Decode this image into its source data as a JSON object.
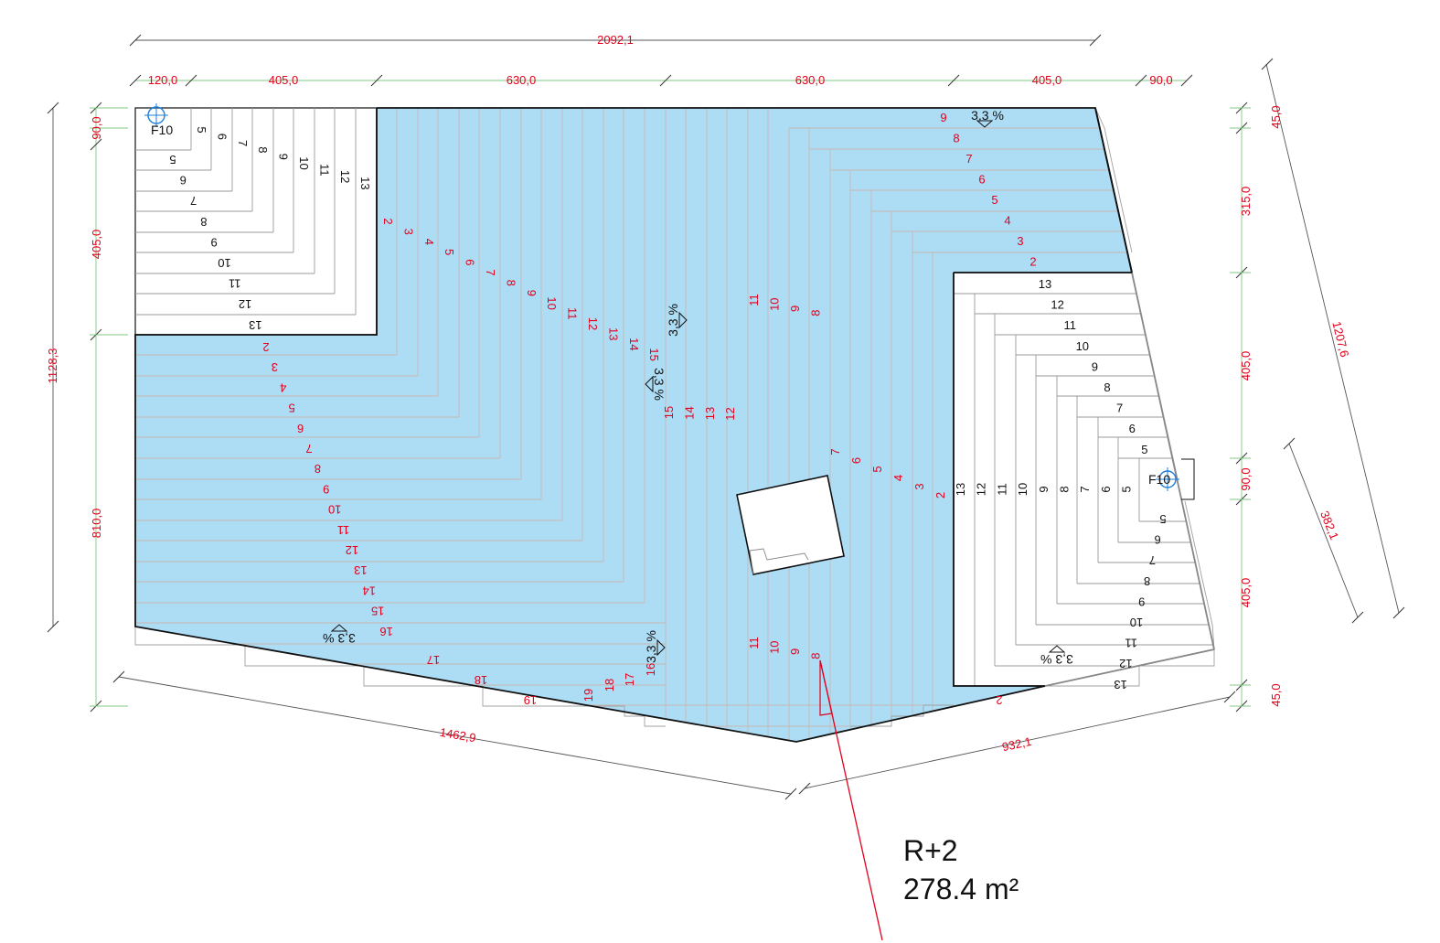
{
  "colors": {
    "roof_fill": "#addcf5",
    "dimension_text": "#e3001b",
    "extension_line": "#7fc97f",
    "dimension_line": "#555555",
    "outline": "#111111",
    "drain_symbol": "#1f7fd6"
  },
  "dimensions": {
    "overall_top": "2092,1",
    "top_segments": [
      "120,0",
      "405,0",
      "630,0",
      "630,0",
      "405,0",
      "90,0"
    ],
    "left_total": "1128,3",
    "left_segments": [
      "90,0",
      "405,0",
      "810,0"
    ],
    "right_segments": [
      "45,0",
      "315,0",
      "405,0",
      "90,0",
      "405,0",
      "45,0"
    ],
    "right_diagonal": "1207,6",
    "right_partial": "382,1",
    "bottom_left": "1462,9",
    "bottom_right": "932,1"
  },
  "slope": {
    "label": "3,3 %"
  },
  "drains": {
    "label": "F10"
  },
  "level": {
    "name": "R+2",
    "area": "278.4 m²"
  },
  "sequences": {
    "tl_vertical": [
      "5",
      "6",
      "7",
      "8",
      "9",
      "10",
      "11",
      "12",
      "13"
    ],
    "tl_horizontal": [
      "5",
      "6",
      "7",
      "8",
      "9",
      "10",
      "11",
      "12",
      "13"
    ],
    "diag_a": [
      "2",
      "3",
      "4",
      "5",
      "6",
      "7",
      "8",
      "9",
      "10",
      "11",
      "12",
      "13",
      "14",
      "15"
    ],
    "diag_b": [
      "15",
      "14",
      "13",
      "12"
    ],
    "left_col": [
      "2",
      "3",
      "4",
      "5",
      "6",
      "7",
      "8",
      "9",
      "10",
      "11",
      "12",
      "13",
      "14",
      "15",
      "16"
    ],
    "bottom_run": [
      "17",
      "18",
      "19",
      "19",
      "18",
      "17",
      "16"
    ],
    "mid_top": [
      "11",
      "10",
      "9",
      "8"
    ],
    "mid_bottom": [
      "11",
      "10",
      "9",
      "8"
    ],
    "right_diag": [
      "7",
      "6",
      "5",
      "4",
      "3",
      "2"
    ],
    "top_right": [
      "9",
      "8",
      "7",
      "6",
      "5",
      "4",
      "3",
      "2"
    ],
    "r_vertical": [
      "13",
      "12",
      "11",
      "10",
      "9",
      "8",
      "7",
      "6",
      "5"
    ],
    "r_horizontal_top": [
      "13",
      "12",
      "11",
      "10",
      "9",
      "8",
      "7",
      "6",
      "5"
    ],
    "r_horizontal_bot": [
      "5",
      "6",
      "7",
      "8",
      "9",
      "10",
      "11",
      "12",
      "13"
    ],
    "bottom_right_2": "2"
  }
}
